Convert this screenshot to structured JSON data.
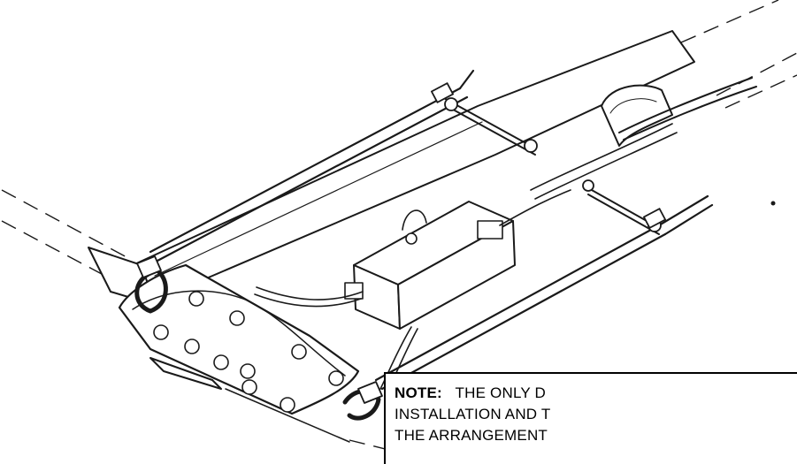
{
  "note": {
    "label": "NOTE:",
    "line1": "THE ONLY D",
    "line2": "INSTALLATION AND T",
    "line3": "THE  ARRANGEMENT"
  },
  "colors": {
    "ink": "#1a1a1a",
    "background": "#ffffff"
  }
}
